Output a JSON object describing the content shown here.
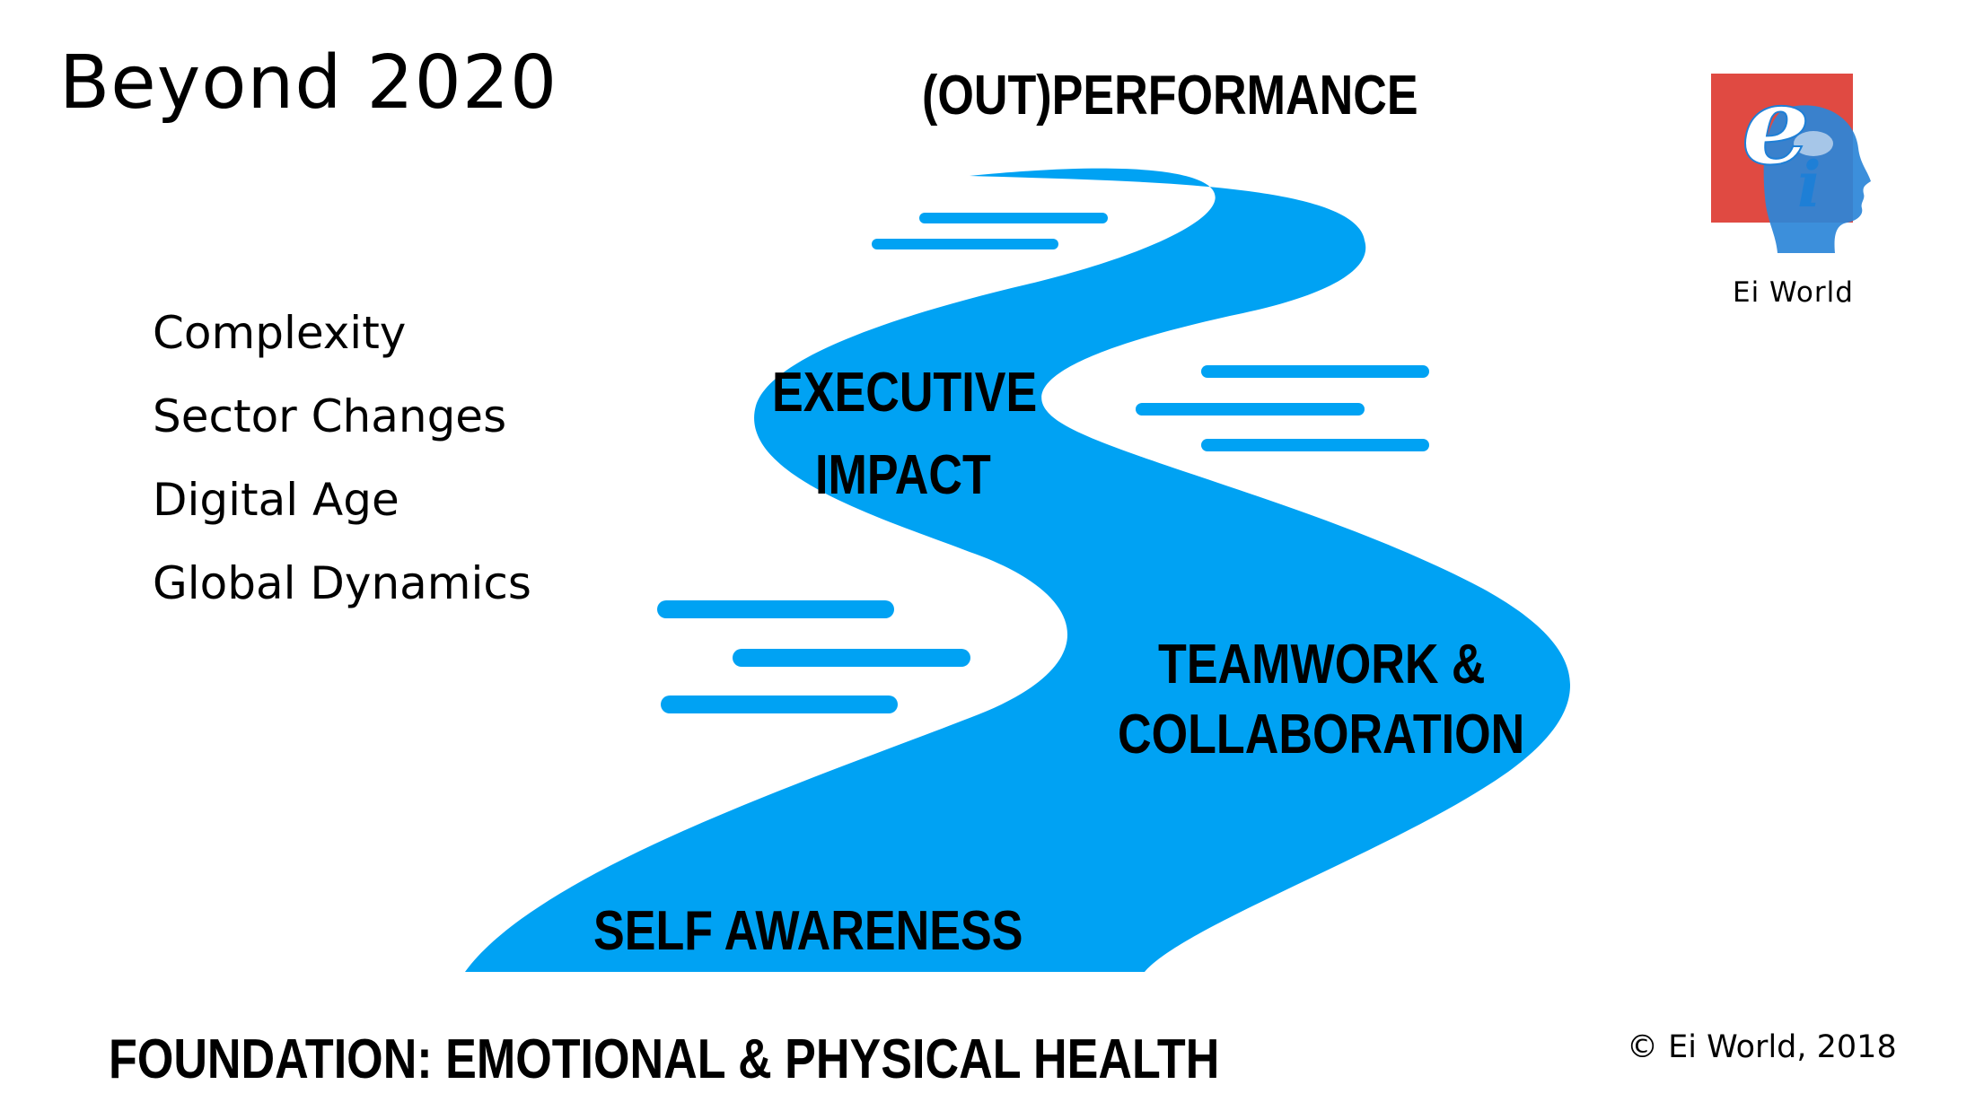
{
  "slide": {
    "title": "Beyond 2020",
    "top_label": "(OUT)PERFORMANCE",
    "foundation_label": "FOUNDATION: EMOTIONAL & PHYSICAL HEALTH",
    "copyright": "© Ei World, 2018"
  },
  "factors": [
    "Complexity",
    "Sector Changes",
    "Digital Age",
    "Global Dynamics"
  ],
  "path_stages": {
    "self_awareness": "SELF AWARENESS",
    "teamwork_line1": "TEAMWORK &",
    "teamwork_line2": "COLLABORATION",
    "executive_line1": "EXECUTIVE",
    "executive_line2": "IMPACT"
  },
  "logo": {
    "text": "Ei World",
    "letter_e": "e",
    "letter_i": "i"
  },
  "colors": {
    "path_blue": "#00a2f3",
    "logo_red": "#e04a42",
    "logo_blue": "#1e7fd6",
    "text": "#000000"
  }
}
